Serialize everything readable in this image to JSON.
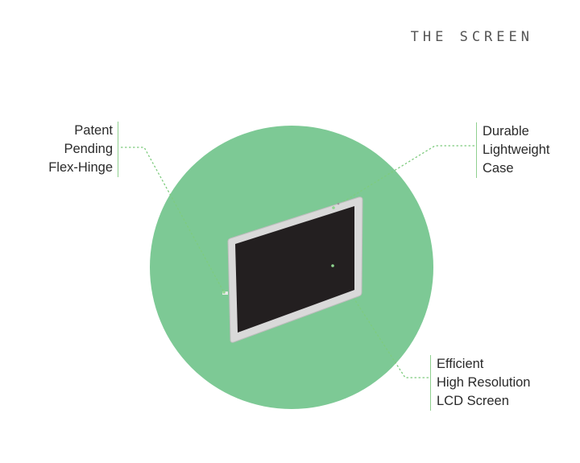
{
  "title": "THE SCREEN",
  "callouts": {
    "hinge": [
      "Patent",
      "Pending",
      "Flex-Hinge"
    ],
    "case": [
      "Durable",
      "Lightweight",
      "Case"
    ],
    "screen": [
      "Efficient",
      "High Resolution",
      "LCD Screen"
    ]
  },
  "colors": {
    "circle": "#7dc995",
    "leader": "#7ecb7e",
    "bezel": "#d9d9d9",
    "display": "#231f20"
  }
}
